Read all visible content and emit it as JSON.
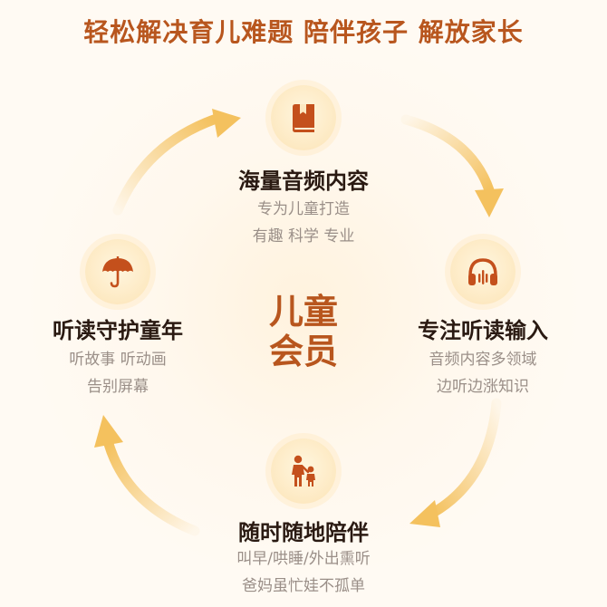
{
  "headline": "轻松解决育儿难题 陪伴孩子 解放家长",
  "center": {
    "line1": "儿童",
    "line2": "会员"
  },
  "nodes": {
    "top": {
      "icon": "book-icon",
      "title": "海量音频内容",
      "line1": "专为儿童打造",
      "line2": "有趣 科学 专业"
    },
    "right": {
      "icon": "headphones-icon",
      "title": "专注听读输入",
      "line1": "音频内容多领域",
      "line2": "边听边涨知识"
    },
    "bottom": {
      "icon": "parent-child-icon",
      "title": "随时随地陪伴",
      "line1": "叫早/哄睡/外出熏听",
      "line2": "爸妈虽忙娃不孤单"
    },
    "left": {
      "icon": "umbrella-icon",
      "title": "听读守护童年",
      "line1": "听故事 听动画",
      "line2": "告别屏幕"
    }
  },
  "colors": {
    "accent": "#b8561e",
    "icon": "#c4501c",
    "arrow": "#f4c15e",
    "title": "#2a1a12",
    "subtitle": "#9a8f88",
    "circle": "#fde9c2"
  }
}
